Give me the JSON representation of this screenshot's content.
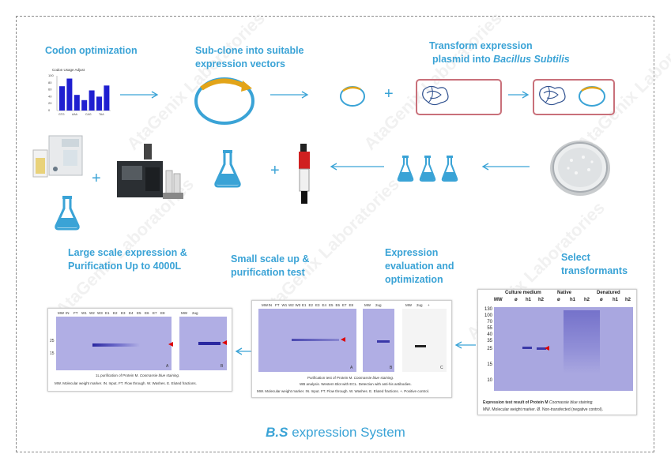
{
  "steps": {
    "codon": "Codon optimization",
    "subclone_l1": "Sub-clone into suitable",
    "subclone_l2": "expression vectors",
    "transform_l1": "Transform expression",
    "transform_l2": "plasmid into ",
    "transform_species": "Bacillus Subtilis",
    "large_l1": "Large scale expression &",
    "large_l2": "Purification Up to 4000L",
    "small_l1": "Small scale up &",
    "small_l2": "purification test",
    "eval_l1": "Expression",
    "eval_l2": "evaluation and",
    "eval_l3": "optimization",
    "select_l1": "Select",
    "select_l2": "transformants"
  },
  "codon_chart": {
    "title": "Codon Usage Adjust",
    "values": [
      70,
      92,
      45,
      30,
      58,
      40,
      72
    ],
    "yticks": [
      "100",
      "80",
      "60",
      "40",
      "20",
      "0"
    ],
    "xticks": [
      "GTG",
      "AAA",
      "CAG",
      "TAA"
    ],
    "bar_color": "#1f1fd0"
  },
  "gel1": {
    "lanes": [
      "MW",
      "IN",
      "FT",
      "W1",
      "W2",
      "W3",
      "E1",
      "E2",
      "E3",
      "E4",
      "E5",
      "E6",
      "E7",
      "E8"
    ],
    "lanes2": [
      "MW",
      "2ug"
    ],
    "mw": [
      "25",
      "15"
    ],
    "caption": "1L purification of Protein M.",
    "caption_note": "Coomassie blue staining.",
    "legend": "MW. Molecular weight marker. IN. Input. FT. Flow through. W. Washes. E. Eluted fractions.",
    "panel_a": "A",
    "panel_b": "B"
  },
  "gel2": {
    "lanes": [
      "MW",
      "IN",
      "FT",
      "W1",
      "W2",
      "W3",
      "E1",
      "E2",
      "E3",
      "E4",
      "E5",
      "E6",
      "E7",
      "E8"
    ],
    "lanes2": [
      "MW",
      "2ug"
    ],
    "lanes3": [
      "MW",
      "2ug",
      "+"
    ],
    "caption": "Purification test of Protein M.",
    "caption_note": "Coomassie blue staining.",
    "wb": "WB analysis. Western Blot with ECL. Detection with anti-his antibodies.",
    "legend": "MW. Molecular weight marker. IN. Input. FT. Flow through. W. Washes. E. Eluted fractions. +. Positive control.",
    "panel_a": "A",
    "panel_b": "B",
    "panel_c": "C"
  },
  "gel3": {
    "groups": [
      "Culture medium",
      "Native",
      "Denatured"
    ],
    "lanes": [
      "MW",
      "ø",
      "h1",
      "h2",
      "ø",
      "h1",
      "h2",
      "ø",
      "h1",
      "h2"
    ],
    "mw": [
      "130",
      "100",
      "70",
      "55",
      "40",
      "35",
      "25",
      "15",
      "10"
    ],
    "caption": "Expression test result of Protein M",
    "caption_note": "Coomassie blue staining.",
    "legend": "MW. Molecular weight marker. Ø. Non-transfected (negative control)."
  },
  "title_prefix": "B.S",
  "title_rest": " expression System",
  "watermark": "AtaGenix Laboratories",
  "colors": {
    "accent": "#3aa3d6",
    "plasmid_box": "#c9707a",
    "arrow": "#3aa3d6",
    "gel": "#a9a7e0"
  }
}
